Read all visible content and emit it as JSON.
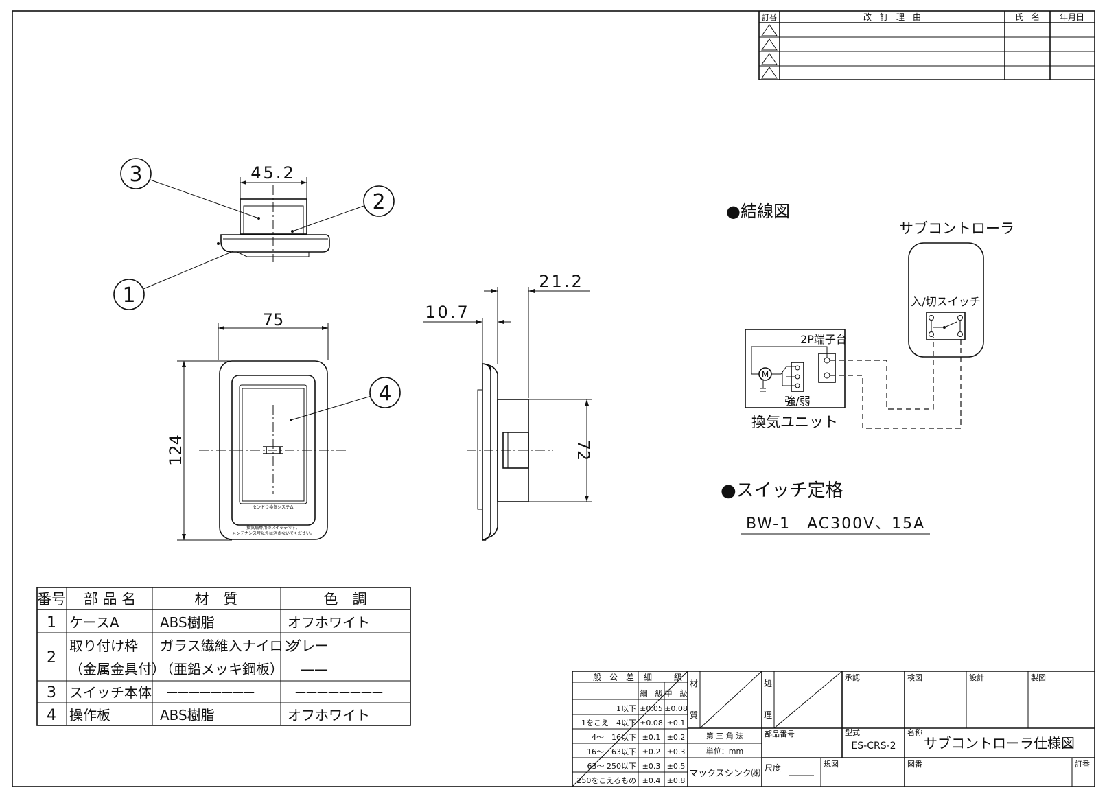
{
  "revision_table": {
    "headers": [
      "訂番",
      "改　訂　理　由",
      "氏　名",
      "年月日"
    ],
    "rows": 4
  },
  "front_view": {
    "dim_width": "45.2",
    "callouts": [
      "1",
      "2",
      "3"
    ]
  },
  "main_view": {
    "dim_width": "75",
    "dim_height": "124",
    "callout": "4",
    "label_top": "センドウ換気システム",
    "label_bottom_1": "換気扇専用のスイッチです。",
    "label_bottom_2": "メンテナンス時以外は消さないでください。"
  },
  "side_view": {
    "dim_a": "10.7",
    "dim_b": "21.2",
    "dim_height": "72"
  },
  "wiring": {
    "title": "●結線図",
    "sub_controller": "サブコントローラ",
    "switch_label": "入/切スイッチ",
    "terminal_label": "2P端子台",
    "strength_label": "強/弱",
    "unit_label": "換気ユニット",
    "motor_label": "M"
  },
  "rating": {
    "title": "●スイッチ定格",
    "value": "BW-1　AC300V、15A"
  },
  "parts_table": {
    "headers": [
      "番号",
      "部 品 名",
      "材　質",
      "色　調"
    ],
    "rows": [
      {
        "no": "1",
        "name": [
          "ケースA"
        ],
        "material": [
          "ABS樹脂"
        ],
        "color": [
          "オフホワイト"
        ]
      },
      {
        "no": "2",
        "name": [
          "取り付け枠",
          "（金属金具付）"
        ],
        "material": [
          "ガラス繊維入ナイロン",
          "（亜鉛メッキ鋼板）"
        ],
        "color": [
          "グレー",
          "——"
        ]
      },
      {
        "no": "3",
        "name": [
          "スイッチ本体"
        ],
        "material": [
          "————————"
        ],
        "color": [
          "————————"
        ]
      },
      {
        "no": "4",
        "name": [
          "操作板"
        ],
        "material": [
          "ABS樹脂"
        ],
        "color": [
          "オフホワイト"
        ]
      }
    ]
  },
  "title_block": {
    "tolerance_header": "一　般　公　差",
    "fine": "細",
    "grade": "級",
    "fine_grade": "細　級",
    "mid_grade": "中　級",
    "tolerance_rows": [
      {
        "range": "1以下",
        "fine": "±0.05",
        "mid": "±0.08"
      },
      {
        "range": "1をこえ　4以下",
        "fine": "±0.08",
        "mid": "±0.1"
      },
      {
        "range": "4〜　16以下",
        "fine": "±0.1",
        "mid": "±0.2"
      },
      {
        "range": "16〜　63以下",
        "fine": "±0.2",
        "mid": "±0.3"
      },
      {
        "range": "63〜 250以下",
        "fine": "±0.3",
        "mid": "±0.5"
      },
      {
        "range": "250をこえるもの",
        "fine": "±0.4",
        "mid": "±0.8"
      }
    ],
    "material_label": "材",
    "material_label2": "質",
    "treatment_label": "処",
    "treatment_label2": "理",
    "approval": "承認",
    "inspection": "検図",
    "design": "設計",
    "drafting": "製図",
    "projection": "第 三 角 法",
    "unit": "単位：mm",
    "company": "マックスシンク㈱",
    "part_no_label": "部品番号",
    "model_label": "型式",
    "model": "ES-CRS-2",
    "name_label": "名称",
    "name": "サブコントローラ仕様図",
    "scale_label": "尺度",
    "scale_value": "＿＿＿",
    "format_label": "規図",
    "drawing_no_label": "図番",
    "revision_label": "訂番"
  }
}
